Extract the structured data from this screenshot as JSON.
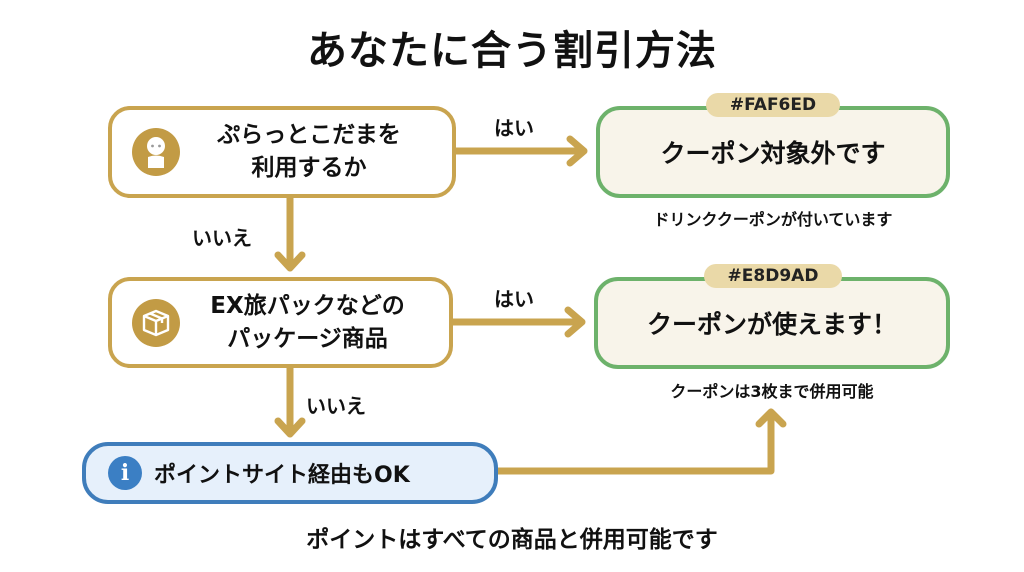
{
  "title": "あなたに合う割引方法",
  "nodes": {
    "q1": {
      "icon": "person-icon",
      "line1": "ぷらっとこだまを",
      "line2": "利用するか"
    },
    "q2": {
      "icon": "package-box-icon",
      "line1": "EX旅パックなどの",
      "line2": "パッケージ商品"
    },
    "r1": {
      "badge": "#FAF6ED",
      "text": "クーポン対象外です",
      "note": "ドリンククーポンが付いています"
    },
    "r2": {
      "badge": "#E8D9AD",
      "text": "クーポンが使えます！",
      "note": "クーポンは3枚まで併用可能"
    },
    "info": {
      "icon": "info-icon",
      "icon_glyph": "i",
      "text": "ポイントサイト経由もOK"
    }
  },
  "edges": {
    "q1_yes": "はい",
    "q1_no": "いいえ",
    "q2_yes": "はい",
    "q2_no": "いいえ"
  },
  "footer": "ポイントはすべての商品と併用可能です",
  "colors": {
    "question_border": "#c9a44f",
    "arrow": "#c9a44f",
    "result_border": "#6db26b",
    "result_fill": "#f8f4ea",
    "badge_fill": "#ead9a8",
    "info_border": "#3f7dbb",
    "info_fill": "#e6f0fb"
  }
}
